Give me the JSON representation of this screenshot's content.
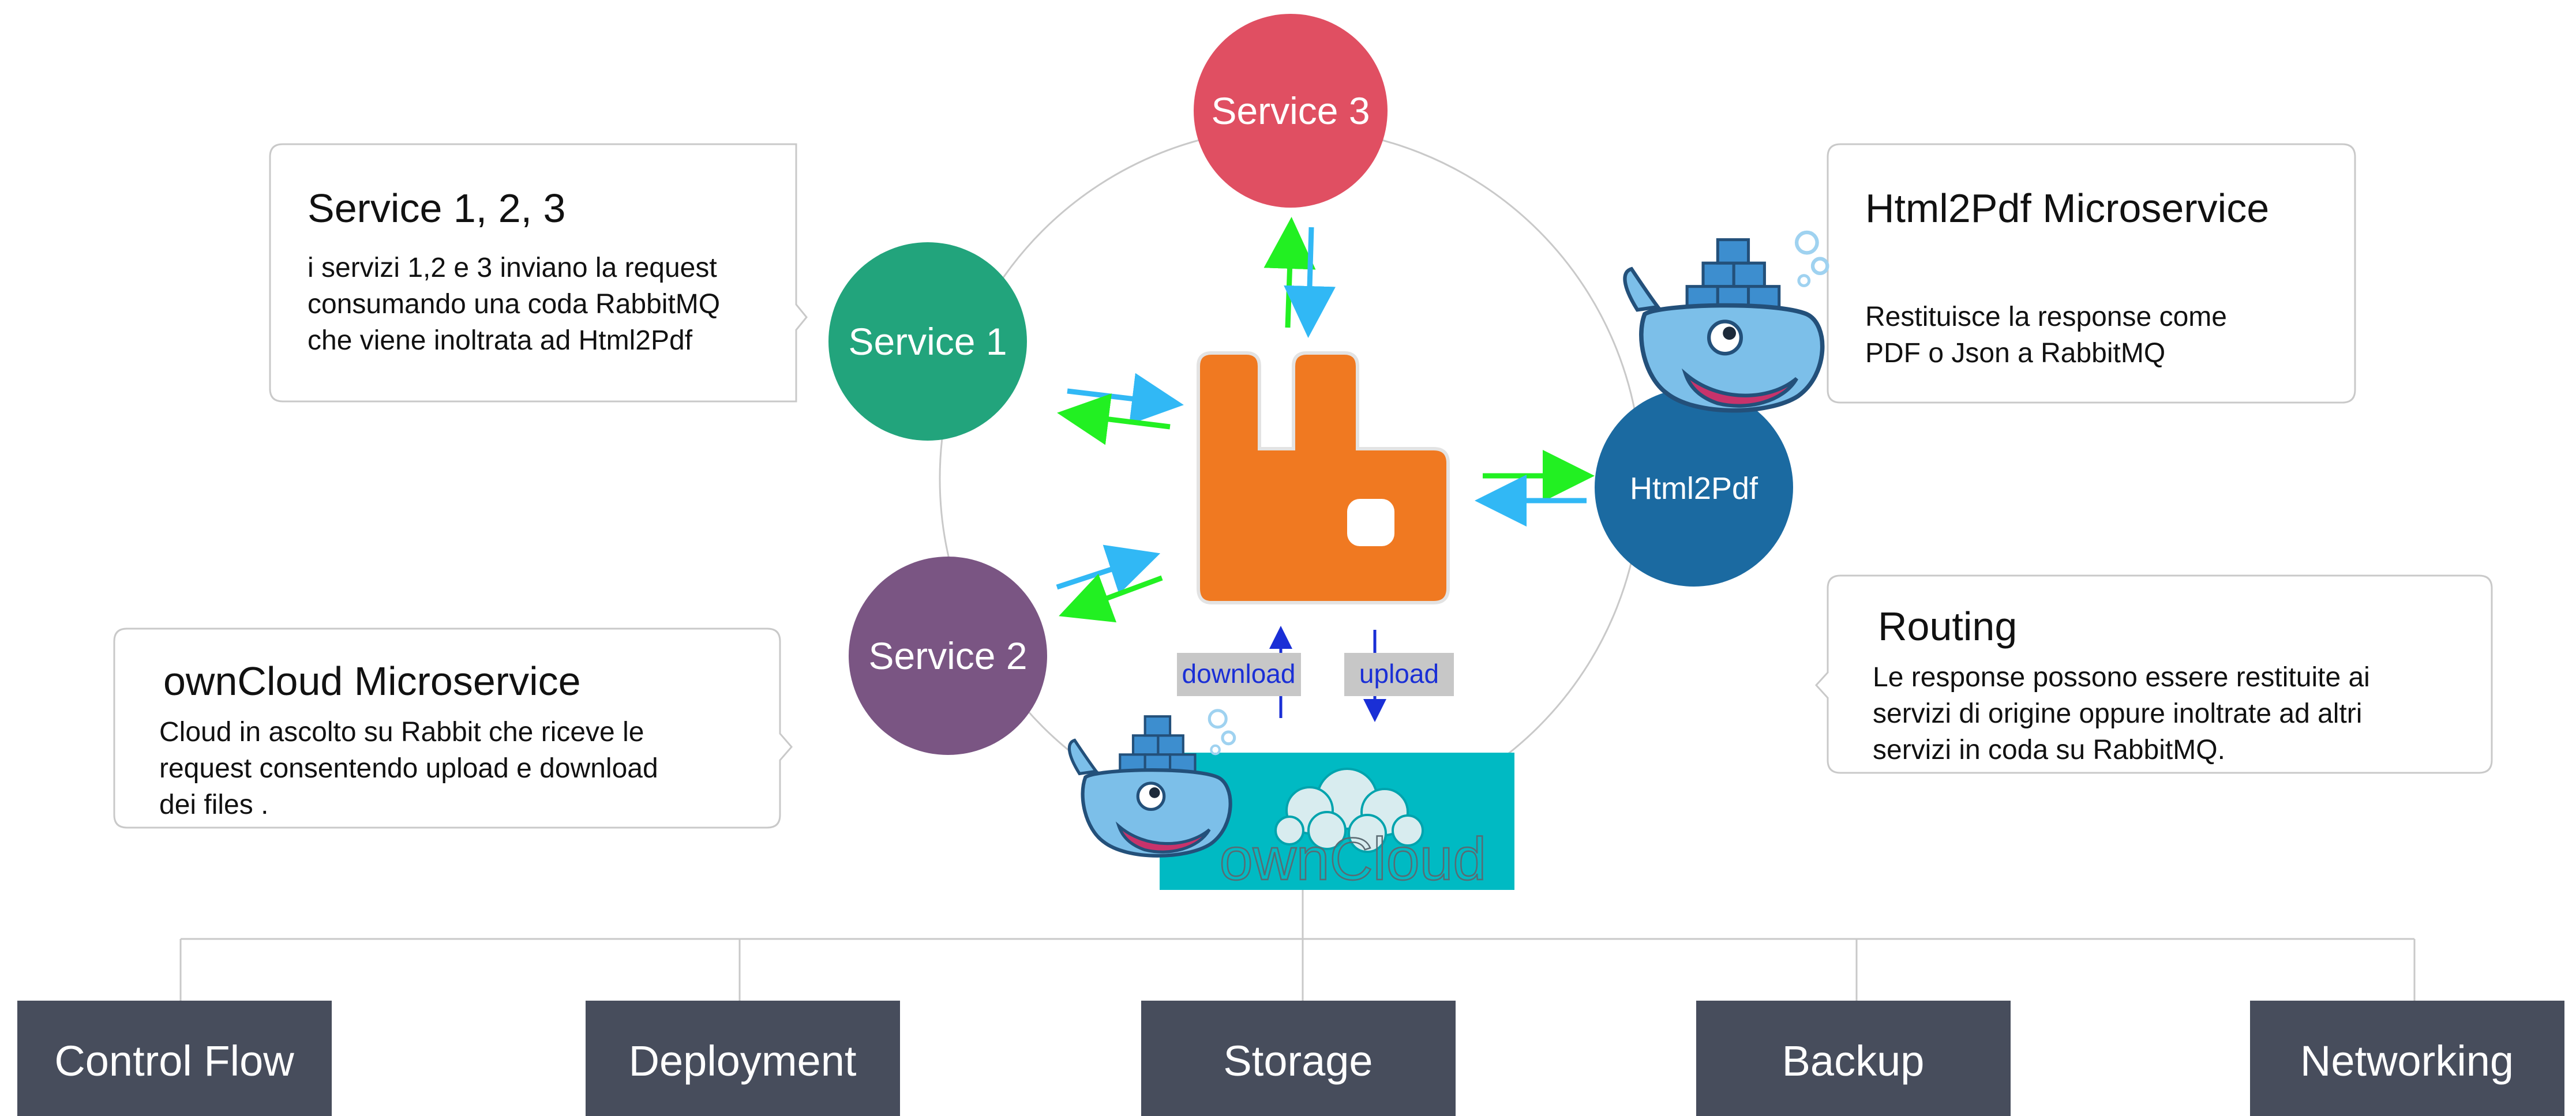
{
  "nodes": {
    "service3": "Service 3",
    "service1": "Service 1",
    "service2": "Service 2",
    "html2pdf": "Html2Pdf"
  },
  "boxes": {
    "services": {
      "title": "Service 1, 2, 3",
      "lines": [
        "i servizi 1,2 e 3 inviano la request",
        "consumando una coda RabbitMQ",
        "che viene inoltrata ad Html2Pdf"
      ]
    },
    "html2pdf": {
      "title": "Html2Pdf Microservice",
      "lines": [
        "Restituisce la response come",
        "PDF o Json a RabbitMQ"
      ]
    },
    "routing": {
      "title": "Routing",
      "lines": [
        "Le response possono essere restituite ai",
        "servizi di origine oppure inoltrate ad altri",
        "servizi in coda su RabbitMQ."
      ]
    },
    "owncloud": {
      "title": "ownCloud Microservice",
      "lines": [
        "Cloud in ascolto su Rabbit che riceve le",
        "request consentendo upload e download",
        "dei files ."
      ]
    }
  },
  "transfer": {
    "download": "download",
    "upload": "upload"
  },
  "owncloud_logo": {
    "text": "ownCloud"
  },
  "categories": [
    "Control Flow",
    "Deployment",
    "Storage",
    "Backup",
    "Networking"
  ],
  "colors": {
    "service3": "#e04f62",
    "service1": "#22a47c",
    "service2": "#7a5583",
    "html2pdf": "#1b6aa1",
    "rabbitmq": "#f07921",
    "owncloud_bg": "#00bac3",
    "category_bg": "#474d5c",
    "arrow_green": "#22f022",
    "arrow_blue": "#31b8f5",
    "docker_whale": "#7cbfe9"
  }
}
